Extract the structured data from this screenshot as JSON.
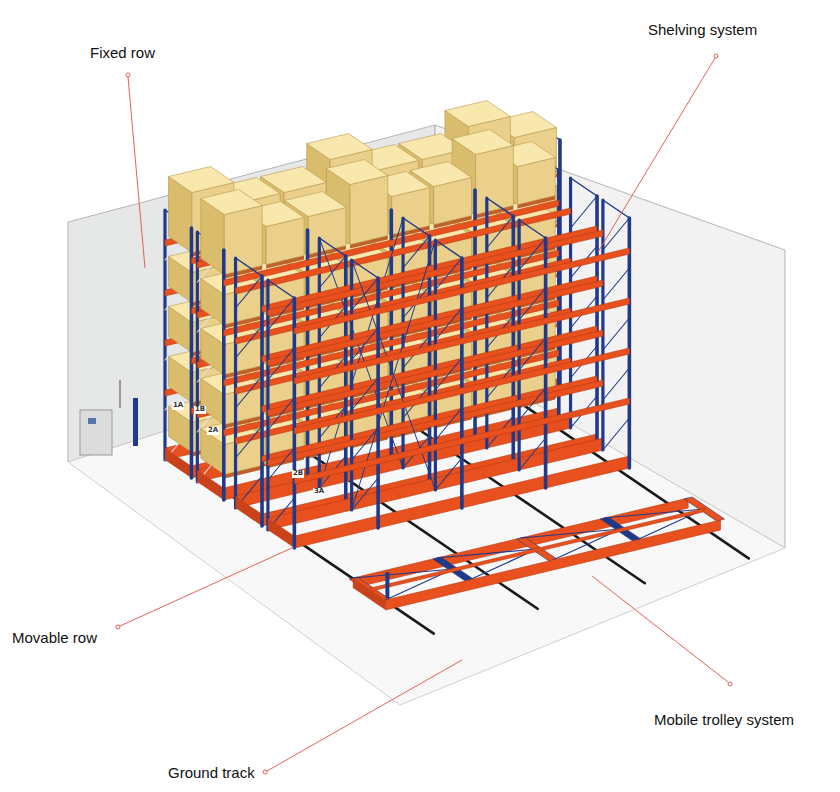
{
  "diagram": {
    "labels": [
      "Fixed row",
      "Shelving system",
      "1A",
      "1B",
      "2A",
      "2B",
      "3A",
      "Movable row",
      "Mobile trolley system",
      "Ground track"
    ]
  }
}
